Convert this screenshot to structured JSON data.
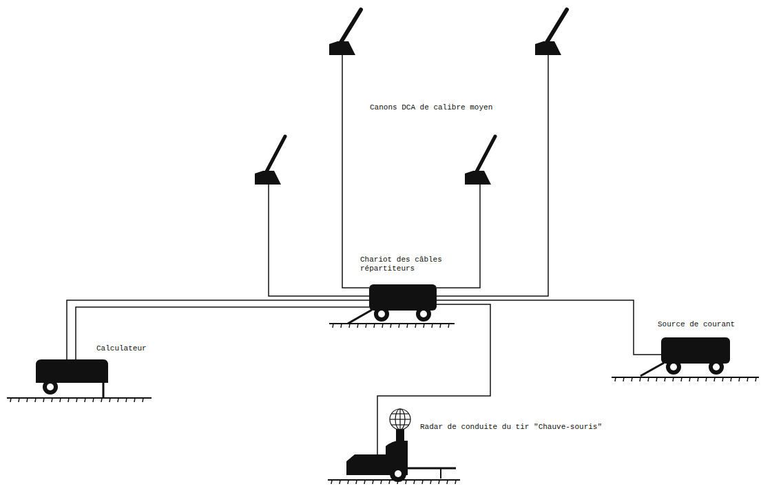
{
  "diagram": {
    "nodes": [
      {
        "text": [
          "Chariot des câbles répartiteurs"
        ]
      },
      {
        "text": [
          "Calculateur"
        ]
      },
      {
        "text": [
          "Source de courant"
        ]
      },
      {
        "text": [
          "Radar de conduite du tir \"Chauve-souris\""
        ]
      }
    ],
    "edges": [
      {
        "from": 1,
        "to": 0,
        "arrow": "none"
      },
      {
        "from": 1,
        "to": 0,
        "arrow": "none"
      },
      {
        "from": 0,
        "to": 2,
        "arrow": "none"
      },
      {
        "from": 0,
        "to": 3,
        "arrow": "none"
      }
    ],
    "labels": [
      "Canons DCA de calibre moyen"
    ]
  }
}
